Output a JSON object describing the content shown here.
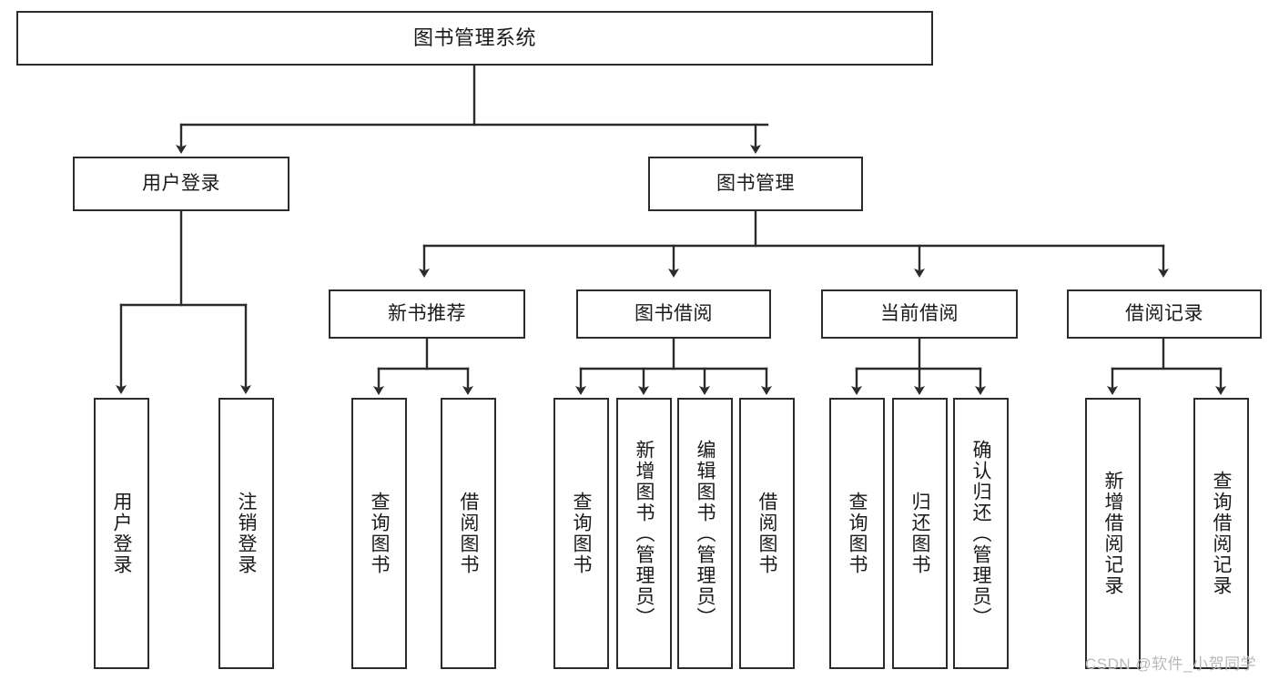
{
  "diagram": {
    "type": "tree-hierarchy-chart",
    "title": "图书管理系统",
    "orientation": "top-down",
    "edge_color": "#2b2b2b",
    "node_border_color": "#2b2b2b",
    "node_fill_color": "#ffffff",
    "text_color": "#1a1a1a"
  },
  "nodes": {
    "root": {
      "label": "图书管理系统"
    },
    "level1": [
      {
        "id": "user-login",
        "label": "用户登录"
      },
      {
        "id": "book-manage",
        "label": "图书管理"
      }
    ],
    "level2": [
      {
        "id": "new-book-recommend",
        "label": "新书推荐"
      },
      {
        "id": "book-borrow",
        "label": "图书借阅"
      },
      {
        "id": "current-borrow",
        "label": "当前借阅"
      },
      {
        "id": "borrow-record",
        "label": "借阅记录"
      }
    ],
    "leaves": {
      "user-login": [
        {
          "id": "leaf-user-login",
          "label": "用户登录"
        },
        {
          "id": "leaf-user-logout",
          "label": "注销登录"
        }
      ],
      "new-book-recommend": [
        {
          "id": "leaf-query-book-1",
          "label": "查询图书"
        },
        {
          "id": "leaf-borrow-book-1",
          "label": "借阅图书"
        }
      ],
      "book-borrow": [
        {
          "id": "leaf-query-book-2",
          "label": "查询图书"
        },
        {
          "id": "leaf-add-book",
          "label": "新增图书（管理员）"
        },
        {
          "id": "leaf-edit-book",
          "label": "编辑图书（管理员）"
        },
        {
          "id": "leaf-borrow-book-2",
          "label": "借阅图书"
        }
      ],
      "current-borrow": [
        {
          "id": "leaf-query-book-3",
          "label": "查询图书"
        },
        {
          "id": "leaf-return-book",
          "label": "归还图书"
        },
        {
          "id": "leaf-confirm-return",
          "label": "确认归还（管理员）"
        }
      ],
      "borrow-record": [
        {
          "id": "leaf-add-record",
          "label": "新增借阅记录"
        },
        {
          "id": "leaf-query-record",
          "label": "查询借阅记录"
        }
      ]
    }
  },
  "watermark": {
    "text": "CSDN @软件_小贺同学"
  }
}
